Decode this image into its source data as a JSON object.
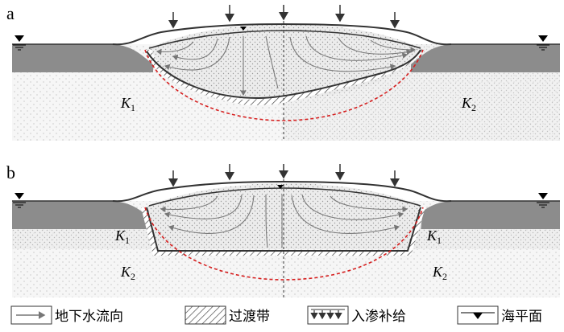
{
  "panels": [
    {
      "id": "a",
      "label": "a",
      "k_left": "K",
      "k_left_sub": "1",
      "k_right": "K",
      "k_right_sub": "2"
    },
    {
      "id": "b",
      "label": "b",
      "k_left_top": "K",
      "k_left_top_sub": "1",
      "k_left_bottom": "K",
      "k_left_bottom_sub": "2",
      "k_right_top": "K",
      "k_right_top_sub": "1",
      "k_right_bottom": "K",
      "k_right_bottom_sub": "2"
    }
  ],
  "legend": {
    "flow": "地下水流向",
    "transition": "过渡带",
    "recharge": "入渗补给",
    "sea_level": "海平面"
  },
  "colors": {
    "ocean": "#8c8c8c",
    "island_fill": "#e9e9e9",
    "substrate_fill": "#f4f4f4",
    "freshwater_line": "#d62020",
    "flow_line": "#7a7a7a",
    "outline": "#333333"
  }
}
